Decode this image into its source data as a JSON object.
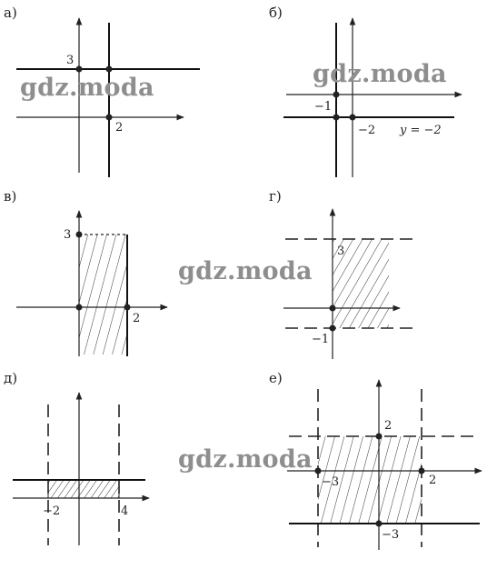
{
  "panels": [
    {
      "label": "а)",
      "ticks": [
        "3",
        "2"
      ]
    },
    {
      "label": "б)",
      "ticks": [
        "−1",
        "−2"
      ],
      "equation": "y = −2"
    },
    {
      "label": "в)",
      "ticks": [
        "3",
        "2"
      ]
    },
    {
      "label": "г)",
      "ticks": [
        "3",
        "−1"
      ]
    },
    {
      "label": "д)",
      "ticks": [
        "−2",
        "4"
      ]
    },
    {
      "label": "е)",
      "ticks": [
        "2",
        "−3",
        "2",
        "−3"
      ]
    }
  ],
  "watermark": "gdz.moda",
  "colors": {
    "ink": "#222222",
    "watermark": "#8e8e8e",
    "background": "#ffffff"
  }
}
